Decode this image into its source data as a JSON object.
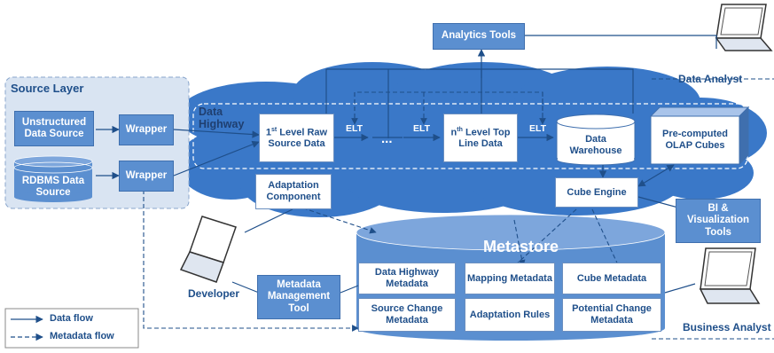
{
  "source_layer": {
    "title": "Source Layer",
    "unstructured": "Unstructured Data Source",
    "rdbms": "RDBMS Data Source",
    "wrapper1": "Wrapper",
    "wrapper2": "Wrapper"
  },
  "highway": {
    "title": "Data Highway",
    "first_level_sup": "st",
    "first_level_pre": "1",
    "first_level_rest": "Level Raw Source Data",
    "nth_level_pre": "n",
    "nth_level_sup": "th",
    "nth_level_rest": "Level Top Line Data",
    "ellipsis": "...",
    "elt1": "ELT",
    "elt2": "ELT",
    "elt3": "ELT",
    "warehouse": "Data Warehouse",
    "olap": "Pre-computed OLAP Cubes"
  },
  "analytics_tools": "Analytics Tools",
  "data_analyst": "Data Analyst",
  "adaptation_component": "Adaptation Component",
  "cube_engine": "Cube Engine",
  "bi_tools": "BI & Visualization Tools",
  "metastore": {
    "title": "Metastore",
    "cells": [
      "Data Highway Metadata",
      "Mapping Metadata",
      "Cube Metadata",
      "Source Change Metadata",
      "Adaptation Rules",
      "Potential Change Metadata"
    ]
  },
  "developer": "Developer",
  "mmt": "Metadata Management Tool",
  "business_analyst": "Business Analyst",
  "legend": {
    "data_flow": "Data flow",
    "metadata_flow": "Metadata flow"
  }
}
